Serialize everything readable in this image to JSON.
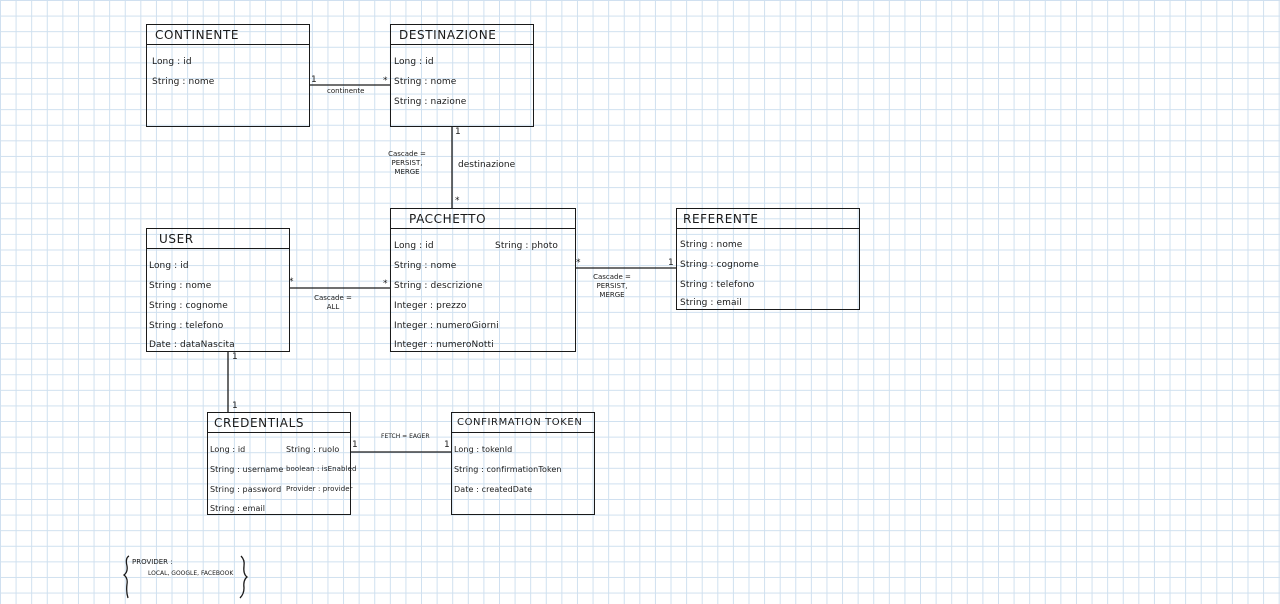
{
  "entities": {
    "continente": {
      "title": "CONTINENTE",
      "attrs": [
        "Long : id",
        "String : nome"
      ]
    },
    "destinazione": {
      "title": "DESTINAZIONE",
      "attrs": [
        "Long : id",
        "String : nome",
        "String : nazione"
      ]
    },
    "pacchetto": {
      "title": "PACCHETTO",
      "attrs": [
        "Long : id",
        "String : nome",
        "String : descrizione",
        "Integer : prezzo",
        "Integer : numeroGiorni",
        "Integer : numeroNotti"
      ],
      "extra": "String : photo"
    },
    "referente": {
      "title": "REFERENTE",
      "attrs": [
        "String : nome",
        "String : cognome",
        "String : telefono",
        "String : email"
      ]
    },
    "user": {
      "title": "USER",
      "attrs": [
        "Long : id",
        "String : nome",
        "String : cognome",
        "String : telefono",
        "Date : dataNascita"
      ]
    },
    "credentials": {
      "title": "CREDENTIALS",
      "attrs": [
        "Long : id",
        "String : username",
        "String : password",
        "String : email"
      ],
      "attrs2": [
        "String : ruolo",
        "boolean : isEnabled",
        "Provider : provider"
      ]
    },
    "confirmation": {
      "title": "CONFIRMATION TOKEN",
      "attrs": [
        "Long : tokenId",
        "String : confirmationToken",
        "Date : createdDate"
      ]
    }
  },
  "relations": {
    "continente_label": "continente",
    "destinazione_label": "destinazione",
    "destinazione_cascade": [
      "Cascade =",
      "PERSIST,",
      "MERGE"
    ],
    "user_cascade": [
      "Cascade =",
      "ALL"
    ],
    "referente_cascade": [
      "Cascade =",
      "PERSIST,",
      "MERGE"
    ],
    "credentials_fetch": "FETCH = EAGER",
    "m_cont_one": "1",
    "m_cont_many": "*",
    "m_dest_one": "1",
    "m_dest_many": "*",
    "m_user_many": "*",
    "m_user_pac": "*",
    "m_ref_many": "*",
    "m_ref_one": "1",
    "m_user_one": "1",
    "m_cred_one": "1",
    "m_cred_tok": "1",
    "m_tok_one": "1"
  },
  "note": {
    "line1": "PROVIDER :",
    "line2": "LOCAL, GOOGLE, FACEBOOK"
  }
}
